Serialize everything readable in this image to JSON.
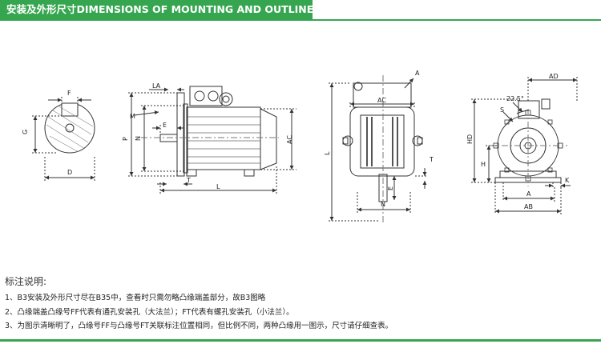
{
  "header": {
    "title": "安装及外形尺寸DIMENSIONS OF MOUNTING AND OUTLINE"
  },
  "drawing": {
    "labels": {
      "F": "F",
      "G": "G",
      "D": "D",
      "LA": "LA",
      "M": "M",
      "E": "E",
      "P": "P",
      "N": "N",
      "T": "T",
      "L": "L",
      "AC": "AC",
      "A": "A",
      "K": "K",
      "AB": "AB",
      "H": "H",
      "HD": "HD",
      "AD": "AD",
      "S": "S",
      "angle": "22.5°"
    }
  },
  "notes": {
    "title": "标注说明:",
    "items": [
      "1、B3安装及外形尺寸尽在B35中，查看时只需勿略凸缘端盖部分，故B3图略",
      "2、凸缘端盖凸缘号FF代表有通孔安装孔（大法兰）；FT代表有螺孔安装孔（小法兰）。",
      "3、为图示清晰明了，凸缘号FF与凸缘号FT关联标注位置相同，但比例不同，两种凸缘用一图示，尺寸请仔细查表。"
    ]
  }
}
